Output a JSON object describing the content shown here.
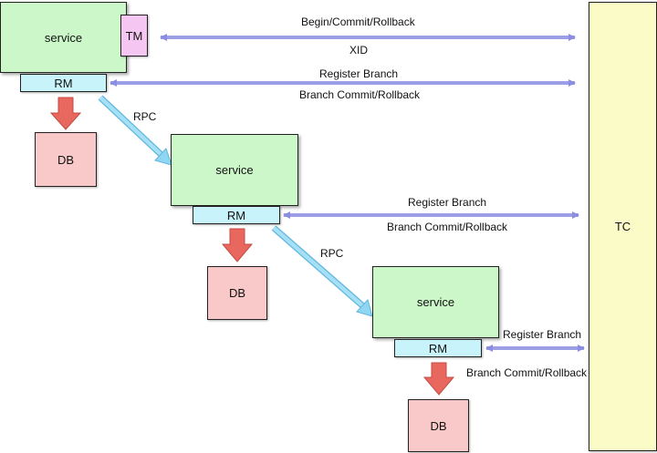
{
  "tc": {
    "label": "TC"
  },
  "tier1": {
    "service": "service",
    "tm": "TM",
    "rm": "RM",
    "db": "DB"
  },
  "tier2": {
    "service": "service",
    "rm": "RM",
    "db": "DB"
  },
  "tier3": {
    "service": "service",
    "rm": "RM",
    "db": "DB"
  },
  "rpc": {
    "first": "RPC",
    "second": "RPC"
  },
  "messages": {
    "tm_top": "Begin/Commit/Rollback",
    "tm_bottom": "XID",
    "rm1_top": "Register Branch",
    "rm1_bottom": "Branch Commit/Rollback",
    "rm2_top": "Register Branch",
    "rm2_bottom": "Branch Commit/Rollback",
    "rm3_top": "Register Branch",
    "rm3_bottom": "Branch Commit/Rollback"
  },
  "colors": {
    "service": "#ccf8c9",
    "rm": "#c9f3fb",
    "tm": "#f6c6f2",
    "db": "#f9c8c8",
    "tc": "#fbfbc7",
    "message_arrow": "#9c9ee6",
    "rpc_arrow": "#8fd6f2",
    "db_arrow": "#e8675f"
  }
}
